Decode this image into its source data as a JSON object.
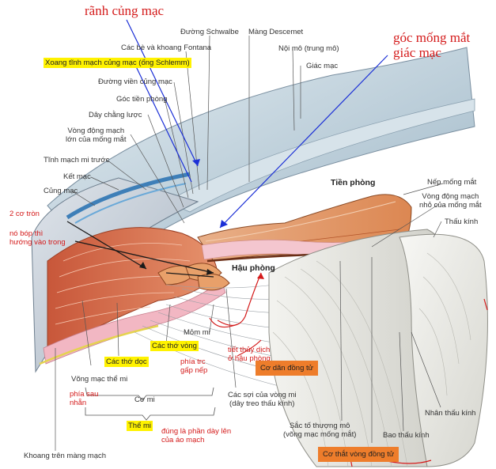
{
  "labels": {
    "ranh_cung_mac": "rãnh củng mạc",
    "duong_schwalbe": "Đường Schwalbe",
    "mang_descemet": "Màng Descemet",
    "cac_be_khoang_fontana": "Các bè và khoang Fontana",
    "xoang_tinh_mach": "Xoang tĩnh mạch củng mạc (ống Schlemm)",
    "noi_mo": "Nội mô (trung mô)",
    "giac_mac": "Giác mạc",
    "duong_vien_cung_mac": "Đường viền củng mạc",
    "goc_tien_phong": "Góc tiền phòng",
    "day_chang_luoc": "Dây chằng lược",
    "vong_dong_mach_lon_1": "Vòng động mạch",
    "vong_dong_mach_lon_2": "lớn của mống mắt",
    "tinh_mach_mi_truoc": "Tĩnh mạch mi trước",
    "ket_mac": "Kết mạc",
    "cung_mac": "Củng mạc",
    "goc_mong_mat_1": "góc mống mắt",
    "goc_mong_mat_2": "giác mạc",
    "tien_phong": "Tiền phòng",
    "nep_mong_mat": "Nếp mống mắt",
    "vong_dong_mach_nho_1": "Vòng động mạch",
    "vong_dong_mach_nho_2": "nhỏ của mống mắt",
    "thau_kinh": "Thấu kính",
    "hai_co_tron": "2 cơ tròn",
    "no_bop_1": "nó bóp thì",
    "no_bop_2": "hướng vào trong",
    "hau_phong": "Hậu phòng",
    "mom_mi": "Mỏm mi",
    "tiet_thuy_dich_1": "tiết thủy dịch",
    "tiet_thuy_dich_2": "ở hậu phòng",
    "cac_tho_vong": "Các thớ vòng",
    "cac_tho_doc": "Các thớ dọc",
    "phia_truoc_1": "phía trc",
    "phia_truoc_2": "gấp nếp",
    "co_dan_dong_tu": "Cơ dãn đồng tử",
    "vong_mac_the_mi": "Võng mạc thể mi",
    "phia_sau_1": "phía sau",
    "phia_sau_2": "nhẵn",
    "co_mi": "Cơ mi",
    "cac_soi_1": "Các sợi của vòng mi",
    "cac_soi_2": "(dây treo thấu kính)",
    "nhan_thau_kinh": "Nhân thấu kính",
    "the_mi": "Thể mi",
    "dung_la_1": "đúng là phần dày lên",
    "dung_la_2": "của áo mạch",
    "sac_to_1": "Sắc tố thượng mô",
    "sac_to_2": "(võng mạc mống mắt)",
    "bao_thau_kinh": "Bao thấu kính",
    "co_that_vong_dong_tu": "Cơ thắt vòng đồng tử",
    "khoang_tren_mang_mach": "Khoang trên màng mạch"
  },
  "colors": {
    "annotation_red": "#d41a1a",
    "highlight_yellow": "#fff200",
    "highlight_orange": "#ee7d2b",
    "arrow_blue": "#1b2fd6",
    "muscle": "#d9714a",
    "iris": "#e8a06a",
    "cornea": "#b9ccd8",
    "lens": "#e6e6e1"
  }
}
